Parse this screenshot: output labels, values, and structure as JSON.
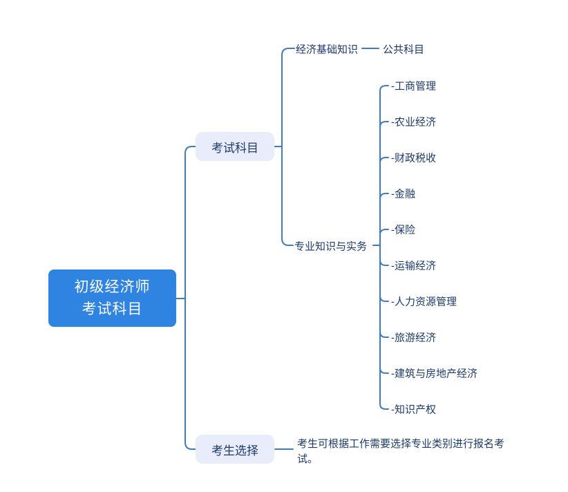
{
  "colors": {
    "root_fill": "#2E84E0",
    "root_text": "#FFFFFF",
    "branch_fill": "#E9EDFB",
    "text_dark": "#1D3A6E",
    "connector_line": "#3B7CC2",
    "background": "#FFFFFF"
  },
  "root": {
    "line1": "初级经济师",
    "line2": "考试科目"
  },
  "branches": [
    {
      "label": "考试科目",
      "children": [
        {
          "label": "经济基础知识",
          "tag": "公共科目"
        },
        {
          "label": "专业知识与实务",
          "children": [
            {
              "label": "-工商管理"
            },
            {
              "label": "-农业经济"
            },
            {
              "label": "-财政税收"
            },
            {
              "label": "-金融"
            },
            {
              "label": "-保险"
            },
            {
              "label": "-运输经济"
            },
            {
              "label": "-人力资源管理"
            },
            {
              "label": "-旅游经济"
            },
            {
              "label": "-建筑与房地产经济"
            },
            {
              "label": "-知识产权"
            }
          ]
        }
      ]
    },
    {
      "label": "考生选择",
      "note": "考生可根据工作需要选择专业类别进行报名考试。"
    }
  ]
}
